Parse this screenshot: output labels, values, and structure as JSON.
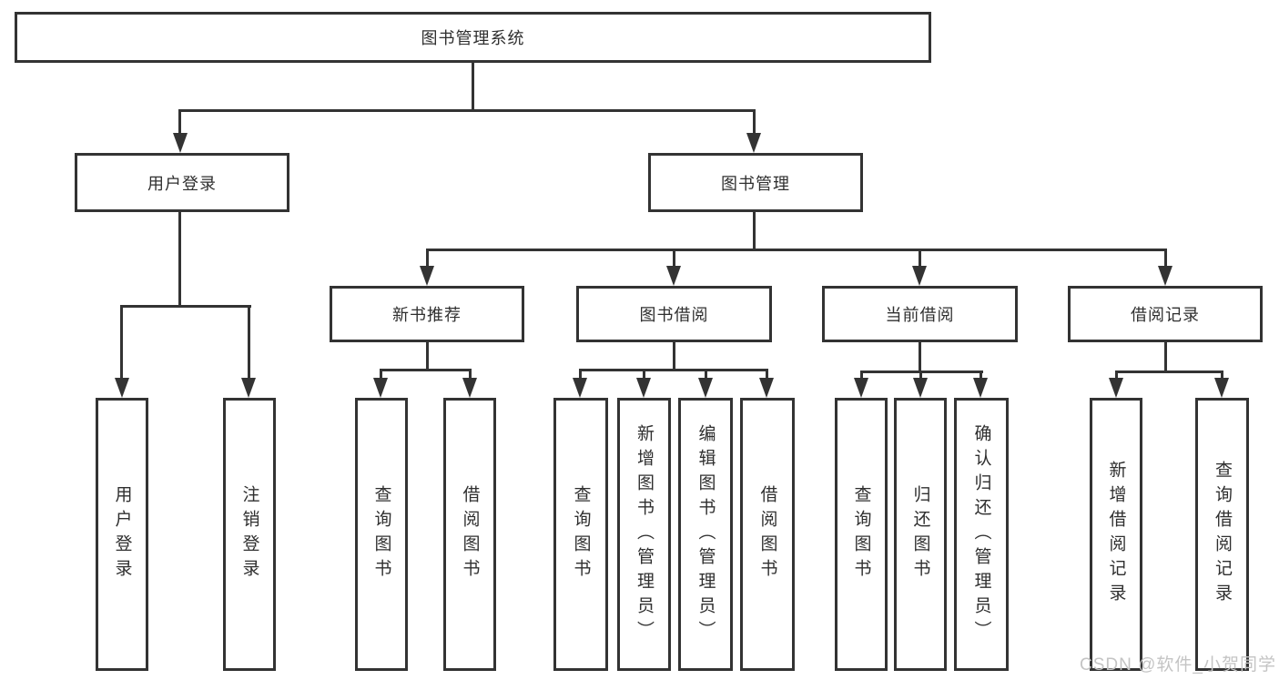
{
  "root": {
    "label": "图书管理系统"
  },
  "branches": [
    {
      "label": "用户登录",
      "children": [
        {
          "label": "用户登录"
        },
        {
          "label": "注销登录"
        }
      ]
    },
    {
      "label": "图书管理",
      "children": [
        {
          "label": "新书推荐",
          "children": [
            {
              "label": "查询图书"
            },
            {
              "label": "借阅图书"
            }
          ]
        },
        {
          "label": "图书借阅",
          "children": [
            {
              "label": "查询图书"
            },
            {
              "label": "新增图书（管理员）"
            },
            {
              "label": "编辑图书（管理员）"
            },
            {
              "label": "借阅图书"
            }
          ]
        },
        {
          "label": "当前借阅",
          "children": [
            {
              "label": "查询图书"
            },
            {
              "label": "归还图书"
            },
            {
              "label": "确认归还（管理员）"
            }
          ]
        },
        {
          "label": "借阅记录",
          "children": [
            {
              "label": "新增借阅记录"
            },
            {
              "label": "查询借阅记录"
            }
          ]
        }
      ]
    }
  ],
  "watermark": "CSDN @软件_小贺同学",
  "colors": {
    "line": "#333333",
    "text": "#2f2f2f",
    "bg": "#ffffff",
    "watermark": "#c4c4c4"
  }
}
